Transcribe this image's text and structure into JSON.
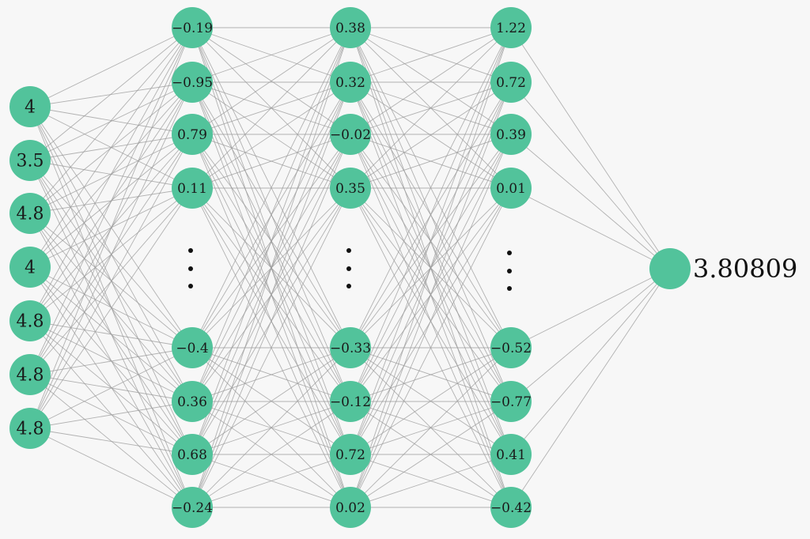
{
  "diagram": {
    "type": "neural-network",
    "colors": {
      "node": "#52c39b",
      "edge": "#9a9a9a",
      "background": "#f7f7f7",
      "text": "#1a1a1a"
    },
    "input_layer": {
      "values": [
        "4",
        "3.5",
        "4.8",
        "4",
        "4.8",
        "4.8",
        "4.8"
      ]
    },
    "hidden_layers": [
      {
        "top": [
          "−0.19",
          "−0.95",
          "0.79",
          "0.11"
        ],
        "bottom": [
          "−0.4",
          "0.36",
          "0.68",
          "−0.24"
        ],
        "ellipsis": "⋮"
      },
      {
        "top": [
          "0.38",
          "0.32",
          "−0.02",
          "0.35"
        ],
        "bottom": [
          "−0.33",
          "−0.12",
          "0.72",
          "0.02"
        ],
        "ellipsis": "⋮"
      },
      {
        "top": [
          "1.22",
          "0.72",
          "0.39",
          "0.01"
        ],
        "bottom": [
          "−0.52",
          "−0.77",
          "0.41",
          "−0.42"
        ],
        "ellipsis": "⋮"
      }
    ],
    "output": {
      "value": "3.80809"
    }
  }
}
